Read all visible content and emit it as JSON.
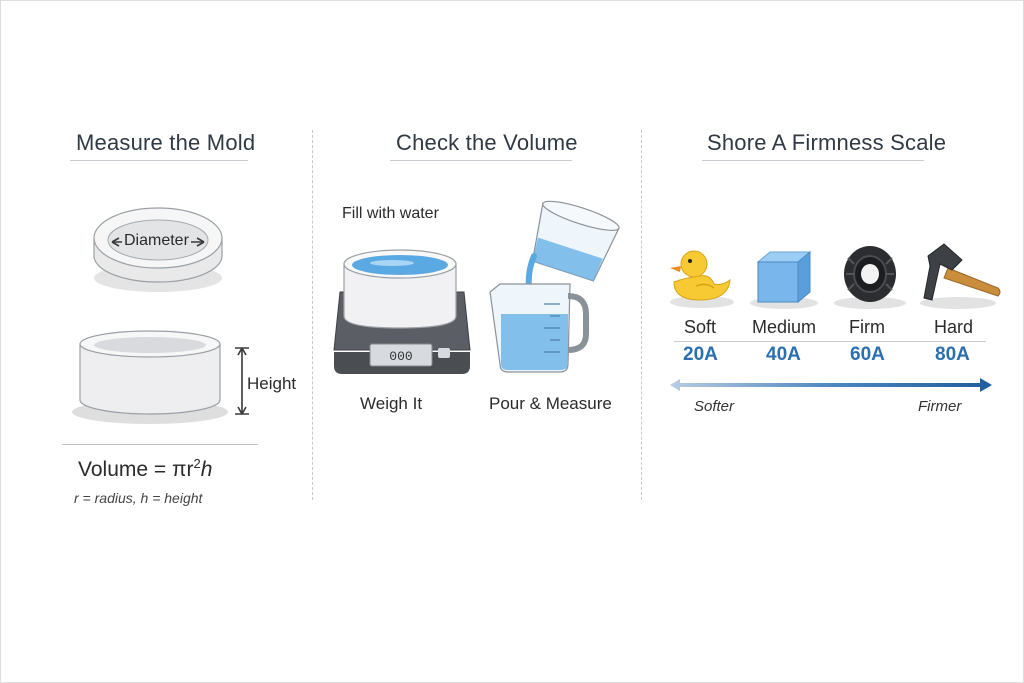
{
  "panels": {
    "measure": {
      "title": "Measure the Mold",
      "diameter_label": "Diameter",
      "height_label": "Height",
      "formula_prefix": "Volume = πr",
      "formula_exp": "2",
      "formula_suffix": "h",
      "formula_note": "r = radius, h = height"
    },
    "volume": {
      "title": "Check the Volume",
      "fill_label": "Fill with water",
      "scale_display": "000",
      "weigh_label": "Weigh It",
      "pour_label": "Pour & Measure"
    },
    "shore": {
      "title": "Shore A Firmness Scale",
      "items": [
        {
          "name": "Soft",
          "value": "20A",
          "icon": "rubber-duck-icon"
        },
        {
          "name": "Medium",
          "value": "40A",
          "icon": "cube-icon"
        },
        {
          "name": "Firm",
          "value": "60A",
          "icon": "tire-icon"
        },
        {
          "name": "Hard",
          "value": "80A",
          "icon": "hammer-icon"
        }
      ],
      "softer_label": "Softer",
      "firmer_label": "Firmer"
    }
  },
  "colors": {
    "accent_blue": "#2c6fb1",
    "water": "#6fb6e8",
    "title": "#2f3a45"
  }
}
